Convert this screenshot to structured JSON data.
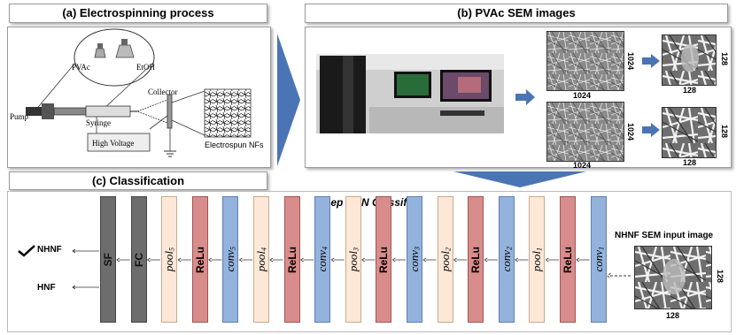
{
  "panels": {
    "a_title": "(a) Electrospinning process",
    "b_title": "(b) PVAc SEM images",
    "c_title": "(c) Classification"
  },
  "electrospinning": {
    "pvac": "PVAc",
    "etoh": "EtOH",
    "collector": "Collector",
    "pump": "Pump",
    "syringe": "Syringe",
    "high_voltage": "High Voltage",
    "electrospun": "Electrospun NFs"
  },
  "sem": {
    "large_size": "1024",
    "small_size": "128"
  },
  "classifier": {
    "title": "Deep CNN Classifier",
    "input_label": "NHNF SEM input image",
    "input_size": "128",
    "outputs": [
      "NHNF",
      "HNF"
    ],
    "selected_output": "NHNF",
    "layers": [
      {
        "type": "sf",
        "label": "SF"
      },
      {
        "type": "fc",
        "label": "FC"
      },
      {
        "type": "pool",
        "base": "pool",
        "sub": "5"
      },
      {
        "type": "relu",
        "label": "ReLu"
      },
      {
        "type": "conv",
        "base": "conv",
        "sub": "5"
      },
      {
        "type": "pool",
        "base": "pool",
        "sub": "4"
      },
      {
        "type": "relu",
        "label": "ReLu"
      },
      {
        "type": "conv",
        "base": "conv",
        "sub": "4"
      },
      {
        "type": "pool",
        "base": "pool",
        "sub": "3"
      },
      {
        "type": "relu",
        "label": "ReLu"
      },
      {
        "type": "conv",
        "base": "conv",
        "sub": "3"
      },
      {
        "type": "pool",
        "base": "pool",
        "sub": "2"
      },
      {
        "type": "relu",
        "label": "ReLu"
      },
      {
        "type": "conv",
        "base": "conv",
        "sub": "2"
      },
      {
        "type": "pool",
        "base": "pool",
        "sub": "1"
      },
      {
        "type": "relu",
        "label": "ReLu"
      },
      {
        "type": "conv",
        "base": "conv",
        "sub": "1"
      }
    ]
  },
  "colors": {
    "arrow_blue": "#4a74b4",
    "pool": "#fde8d7",
    "relu": "#d98c8c",
    "conv": "#93b3dd",
    "fc": "#6d6d6d"
  }
}
